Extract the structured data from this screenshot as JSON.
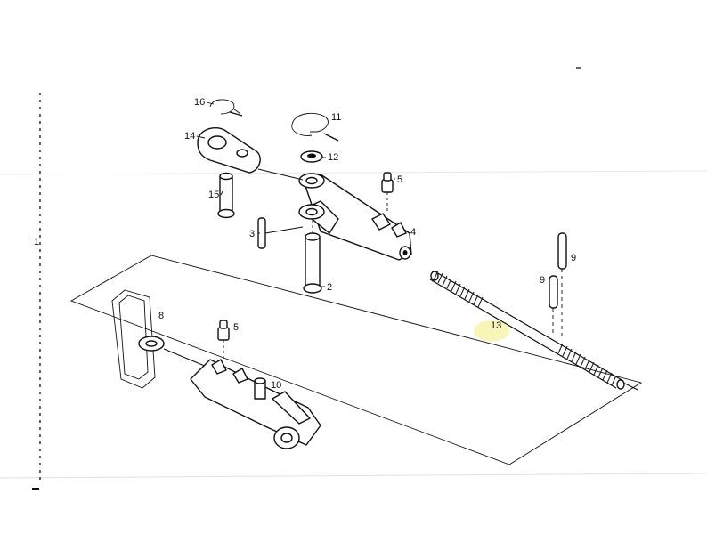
{
  "figure": {
    "group_label": "1",
    "highlight_color": "#f6f2a6",
    "callouts": [
      {
        "id": "c16",
        "text": "16"
      },
      {
        "id": "c11",
        "text": "11"
      },
      {
        "id": "c14",
        "text": "14"
      },
      {
        "id": "c12",
        "text": "12"
      },
      {
        "id": "c5a",
        "text": "5"
      },
      {
        "id": "c15",
        "text": "15"
      },
      {
        "id": "c3",
        "text": "3"
      },
      {
        "id": "c4",
        "text": "4"
      },
      {
        "id": "c2",
        "text": "2"
      },
      {
        "id": "c9a",
        "text": "9"
      },
      {
        "id": "c9b",
        "text": "9"
      },
      {
        "id": "c13",
        "text": "13"
      },
      {
        "id": "c8",
        "text": "8"
      },
      {
        "id": "c5b",
        "text": "5"
      },
      {
        "id": "c10",
        "text": "10"
      }
    ]
  }
}
